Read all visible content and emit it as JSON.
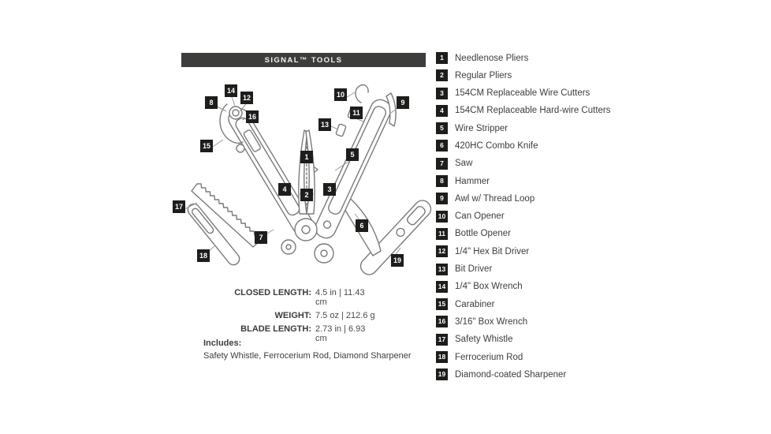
{
  "header": {
    "title": "SIGNAL™ TOOLS"
  },
  "legend": {
    "items": [
      {
        "num": "1",
        "label": "Needlenose Pliers"
      },
      {
        "num": "2",
        "label": "Regular Pliers"
      },
      {
        "num": "3",
        "label": "154CM Replaceable Wire Cutters"
      },
      {
        "num": "4",
        "label": "154CM Replaceable Hard-wire Cutters"
      },
      {
        "num": "5",
        "label": "Wire Stripper"
      },
      {
        "num": "6",
        "label": "420HC Combo Knife"
      },
      {
        "num": "7",
        "label": "Saw"
      },
      {
        "num": "8",
        "label": "Hammer"
      },
      {
        "num": "9",
        "label": "Awl w/ Thread Loop"
      },
      {
        "num": "10",
        "label": "Can Opener"
      },
      {
        "num": "11",
        "label": "Bottle Opener"
      },
      {
        "num": "12",
        "label": "1/4\" Hex Bit Driver"
      },
      {
        "num": "13",
        "label": "Bit Driver"
      },
      {
        "num": "14",
        "label": "1/4\" Box Wrench"
      },
      {
        "num": "15",
        "label": "Carabiner"
      },
      {
        "num": "16",
        "label": "3/16\" Box Wrench"
      },
      {
        "num": "17",
        "label": "Safety Whistle"
      },
      {
        "num": "18",
        "label": "Ferrocerium Rod"
      },
      {
        "num": "19",
        "label": "Diamond-coated Sharpener"
      }
    ]
  },
  "specs": {
    "rows": [
      {
        "label": "CLOSED LENGTH:",
        "value": "4.5 in | 11.43 cm"
      },
      {
        "label": "WEIGHT:",
        "value": "7.5 oz | 212.6 g"
      },
      {
        "label": "BLADE LENGTH:",
        "value": "2.73 in | 6.93 cm"
      }
    ]
  },
  "includes": {
    "label": "Includes:",
    "text": "Safety Whistle, Ferrocerium Rod, Diamond Sharpener"
  },
  "colors": {
    "badge": "#1d1d1b",
    "header_bar": "#3d3d3b",
    "text": "#3c3c3c",
    "line": "#7a7a7a"
  }
}
